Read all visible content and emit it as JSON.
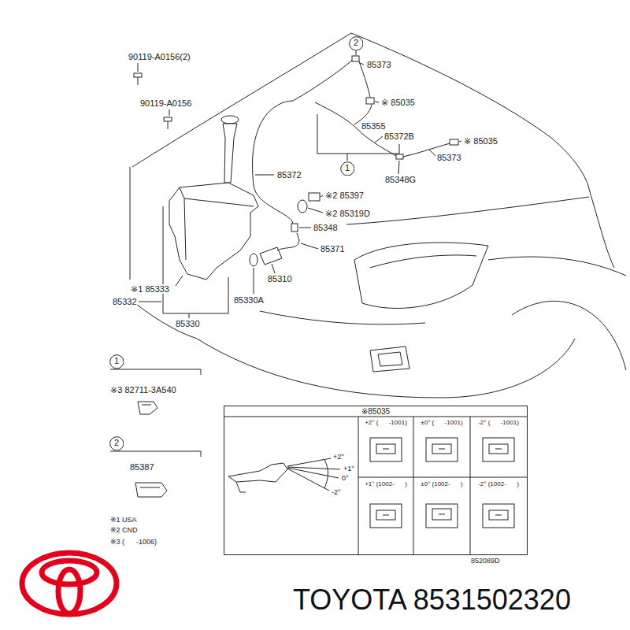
{
  "diagram": {
    "nodes": [
      {
        "text": [
          "2"
        ]
      },
      {
        "text": [
          "1"
        ]
      },
      {
        "text": [
          "1"
        ]
      },
      {
        "text": [
          "2"
        ]
      },
      {
        "text": [
          "※85035"
        ]
      }
    ],
    "labels": [
      "90119-A0156(2)",
      "90119-A0156",
      "85373",
      "※ 85035",
      "85355",
      "85372B",
      "※ 85035",
      "85373",
      "85348G",
      "85372",
      "※2 85397",
      "※2 85319D",
      "85348",
      "85371",
      "85310",
      "※1 85333",
      "85332",
      "85330A",
      "85330",
      "※3 82711-3A540",
      "85387",
      "※1 USA",
      "※2 CND",
      "※3 (      -1006)",
      "+2° (      -1001)",
      "±0° (      -1001)",
      "-2° (      -1001)",
      "+1° (1002-      )",
      "±0° (1002-      )",
      "-2° (1002-      )",
      "+2°",
      "+1°",
      "0°",
      "-2°",
      "852089D",
      "TOYOTA 8531502320"
    ]
  }
}
